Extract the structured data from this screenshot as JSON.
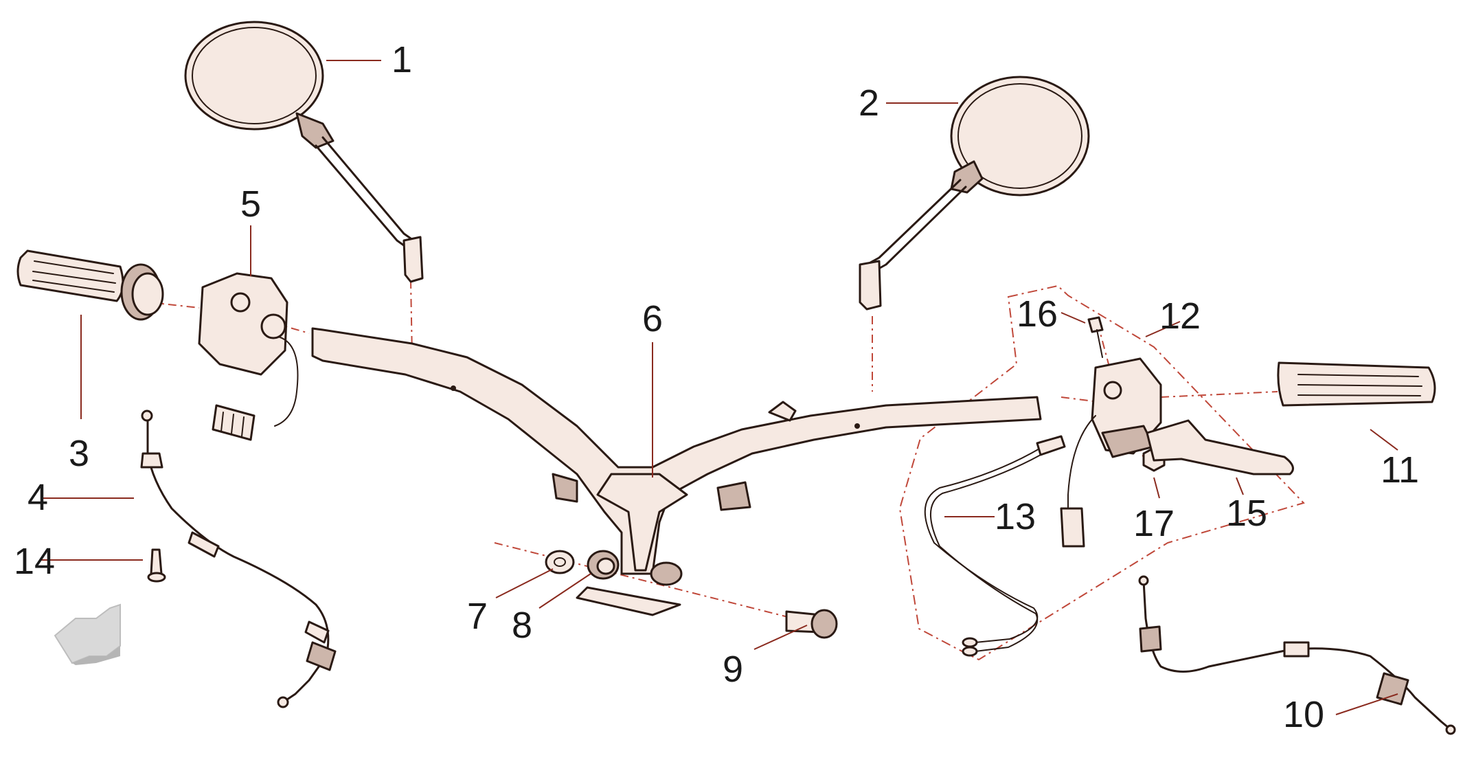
{
  "callouts": {
    "c1": "1",
    "c2": "2",
    "c3": "3",
    "c4": "4",
    "c5": "5",
    "c6": "6",
    "c7": "7",
    "c8": "8",
    "c9": "9",
    "c10": "10",
    "c11": "11",
    "c12": "12",
    "c13": "13",
    "c14": "14",
    "c15": "15",
    "c16": "16",
    "c17": "17"
  },
  "colors": {
    "line": "#2a1a14",
    "part_fill": "#f6e9e2",
    "leader": "#8a2a1e",
    "dashed_guide": "#c0483a",
    "arrow_icon": "#cfcfcf"
  },
  "icons": {
    "orientation": "direction-arrow-icon"
  }
}
